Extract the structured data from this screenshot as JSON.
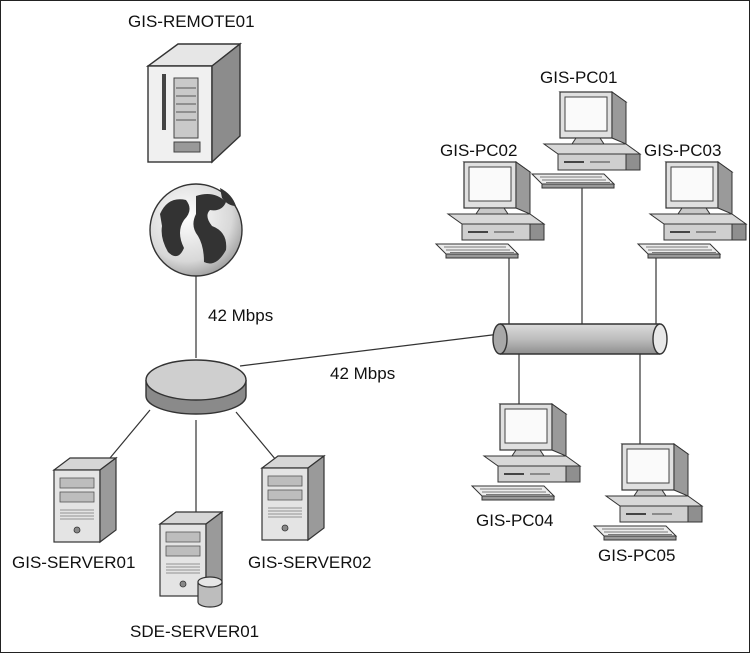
{
  "diagram": {
    "nodes": {
      "remote": {
        "label": "GIS-REMOTE01",
        "icon": "tower-server-icon"
      },
      "internet": {
        "label": "",
        "icon": "globe-icon"
      },
      "router": {
        "label": "",
        "icon": "router-icon"
      },
      "hub": {
        "label": "",
        "icon": "network-bus-icon"
      },
      "server01": {
        "label": "GIS-SERVER01",
        "icon": "server-icon"
      },
      "sde01": {
        "label": "SDE-SERVER01",
        "icon": "database-server-icon"
      },
      "server02": {
        "label": "GIS-SERVER02",
        "icon": "server-icon"
      },
      "pc01": {
        "label": "GIS-PC01",
        "icon": "desktop-pc-icon"
      },
      "pc02": {
        "label": "GIS-PC02",
        "icon": "desktop-pc-icon"
      },
      "pc03": {
        "label": "GIS-PC03",
        "icon": "desktop-pc-icon"
      },
      "pc04": {
        "label": "GIS-PC04",
        "icon": "desktop-pc-icon"
      },
      "pc05": {
        "label": "GIS-PC05",
        "icon": "desktop-pc-icon"
      }
    },
    "links": {
      "internet_router": {
        "label": "42 Mbps"
      },
      "router_hub": {
        "label": "42 Mbps"
      }
    },
    "colors": {
      "line": "#333333",
      "fill_light": "#e6e6e6",
      "fill_mid": "#bdbdbd",
      "fill_dark": "#8a8a8a"
    }
  }
}
